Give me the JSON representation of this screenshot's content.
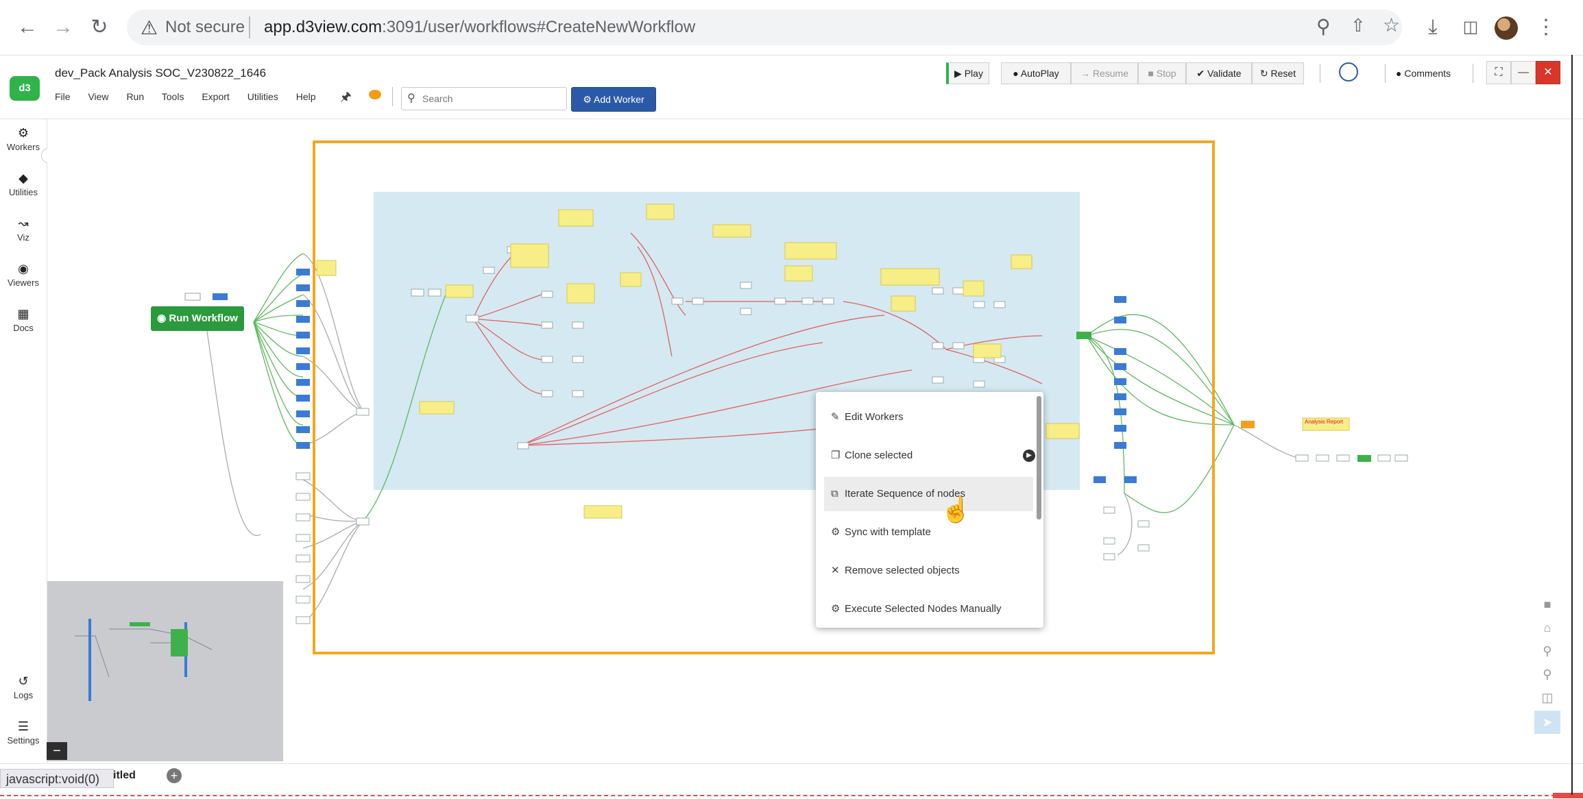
{
  "browser": {
    "security_label": "Not secure",
    "url_host": "app.d3view.com",
    "url_rest": ":3091/user/workflows#CreateNewWorkflow",
    "icons": [
      "back-icon",
      "forward-icon",
      "reload-icon",
      "zoom-icon",
      "share-icon",
      "star-icon",
      "download-icon",
      "sidepanel-icon",
      "menu-icon"
    ]
  },
  "app": {
    "workflow_title": "dev_Pack Analysis SOC_V230822_1646",
    "logo_text": "d3",
    "menu": [
      "File",
      "View",
      "Run",
      "Tools",
      "Export",
      "Utilities",
      "Help"
    ],
    "search_placeholder": "Search",
    "add_worker_label": "Add Worker",
    "toolbar": {
      "play": "Play",
      "autoplay": "AutoPlay",
      "resume": "Resume",
      "stop": "Stop",
      "validate": "Validate",
      "reset": "Reset",
      "comments": "Comments"
    }
  },
  "left_rail": [
    {
      "label": "Workers",
      "icon": "gear-icon"
    },
    {
      "label": "Utilities",
      "icon": "diamond-icon"
    },
    {
      "label": "Viz",
      "icon": "chart-icon"
    },
    {
      "label": "Viewers",
      "icon": "eye-icon"
    },
    {
      "label": "Docs",
      "icon": "doc-icon"
    },
    {
      "label": "Logs",
      "icon": "history-icon"
    },
    {
      "label": "Settings",
      "icon": "sliders-icon"
    }
  ],
  "canvas": {
    "run_workflow_label": "Run Workflow",
    "output_label": "Analysis Report"
  },
  "context_menu": {
    "items": [
      {
        "label": "Edit Workers",
        "icon": "edit-icon"
      },
      {
        "label": "Clone selected",
        "icon": "clone-icon"
      },
      {
        "label": "Iterate Sequence of nodes",
        "icon": "layers-icon"
      },
      {
        "label": "Sync with template",
        "icon": "sync-icon"
      },
      {
        "label": "Remove selected objects",
        "icon": "x-icon"
      },
      {
        "label": "Execute Selected Nodes Manually",
        "icon": "gears-icon"
      }
    ]
  },
  "bottom": {
    "status_link": "javascript:void(0)",
    "tab_label": "itled"
  },
  "colors": {
    "highlight": "#f2a81d",
    "group_bg": "#d5e9f2",
    "run_green": "#2a9a3c",
    "add_worker_blue": "#2a5aa7"
  }
}
